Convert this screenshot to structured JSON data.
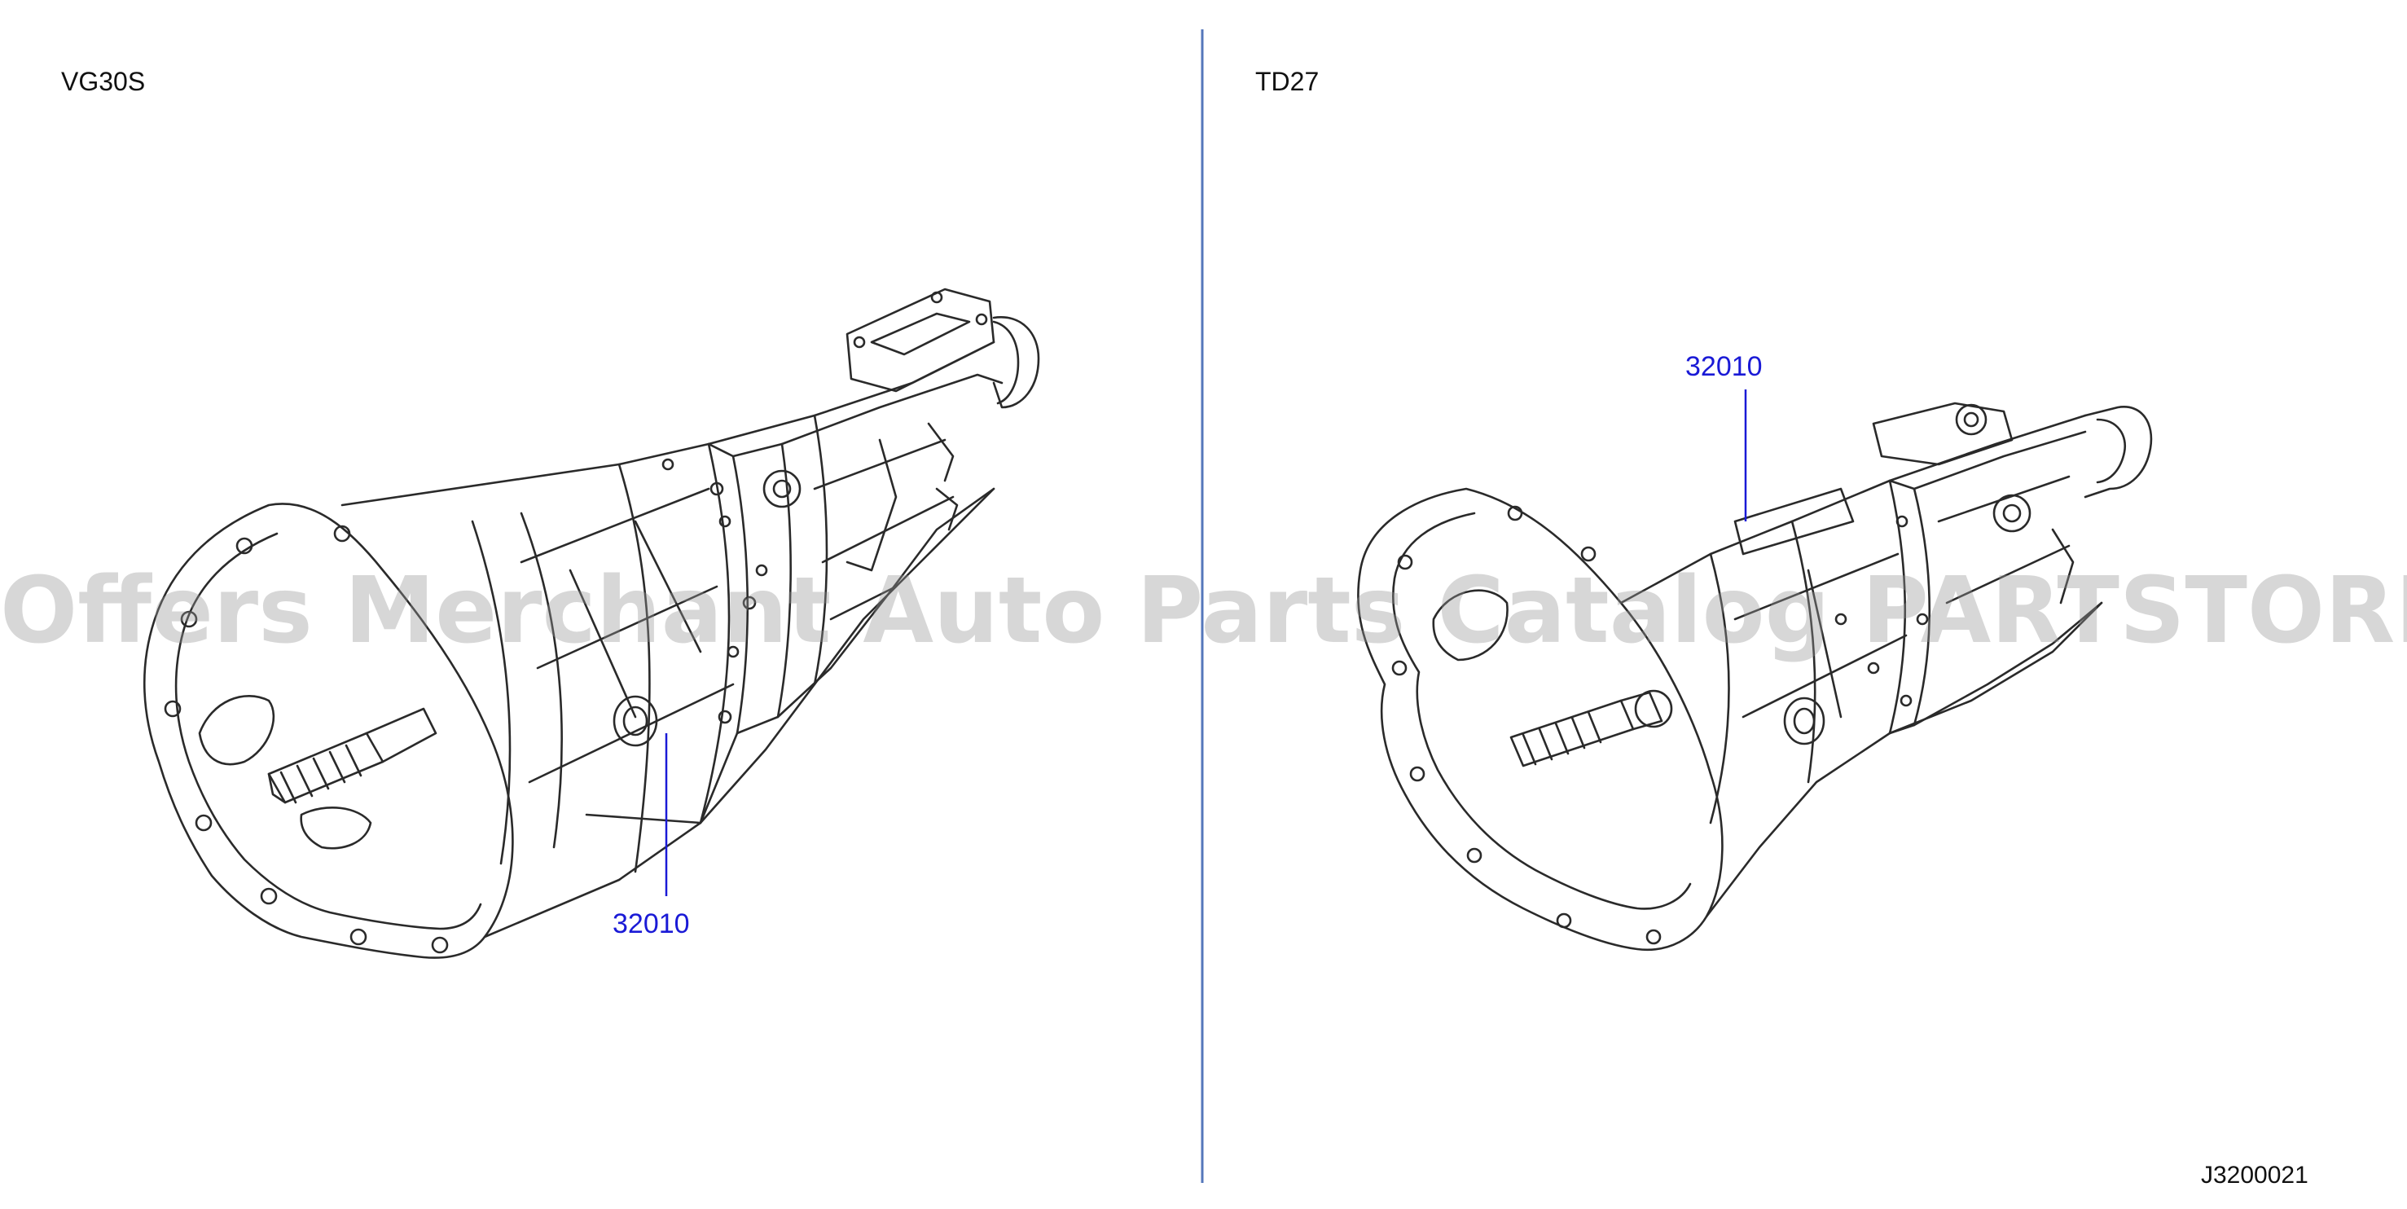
{
  "diagram": {
    "left_panel": {
      "engine_label": "VG30S",
      "part_callout": "32010"
    },
    "right_panel": {
      "engine_label": "TD27",
      "part_callout": "32010"
    },
    "reference_code": "J3200021",
    "watermark": "Offers Merchant Auto Parts Catalog PARTSTORE.SA"
  },
  "colors": {
    "line_art": "#2a2a2a",
    "callout": "#1a1ad6",
    "divider": "#5577bb",
    "watermark": "rgba(150,150,150,0.38)"
  },
  "icons": {
    "left_illustration": "transmission-assembly-icon",
    "right_illustration": "transmission-assembly-icon"
  }
}
